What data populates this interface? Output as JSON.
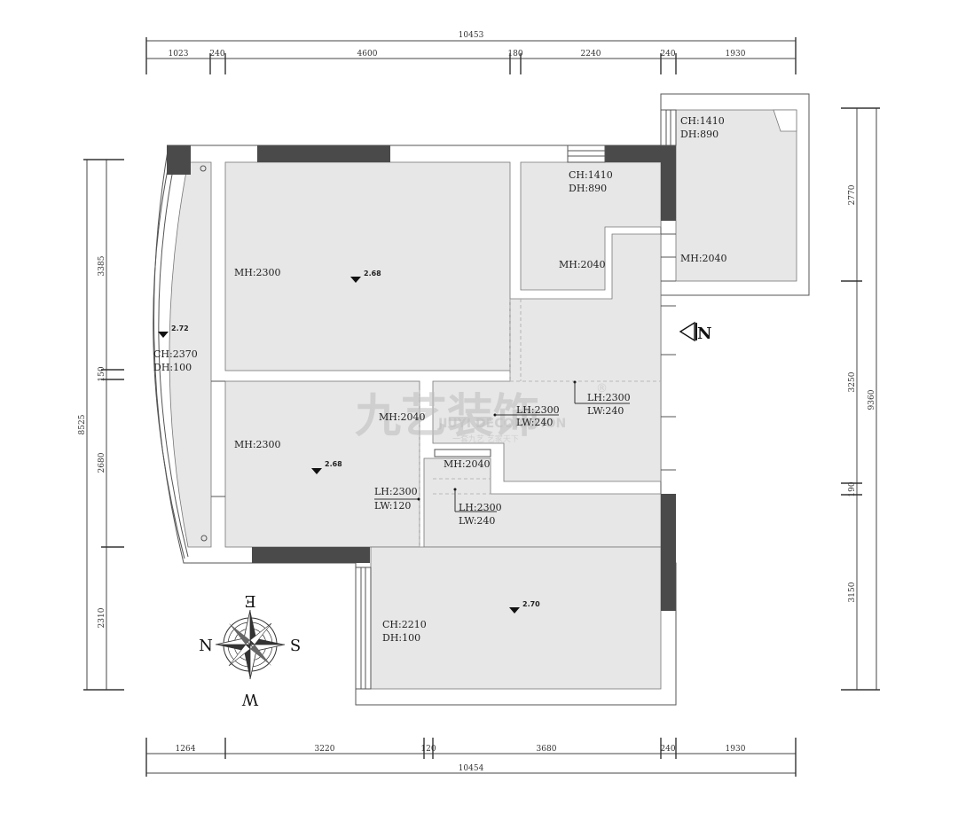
{
  "dimensions": {
    "top_total": "10453",
    "top_segments": [
      "1023",
      "240",
      "4600",
      "180",
      "2240",
      "240",
      "1930"
    ],
    "bottom_total": "10454",
    "bottom_segments": [
      "1264",
      "3220",
      "120",
      "3680",
      "240",
      "1930"
    ],
    "left_total": "8525",
    "left_segments": [
      "3385",
      "150",
      "2680",
      "2310"
    ],
    "right_total": "9360",
    "right_segments": [
      "2770",
      "3250",
      "190",
      "3150"
    ]
  },
  "labels": {
    "balcony_ch": "CH:2370",
    "balcony_dh": "DH:100",
    "balcony_level": "2.72",
    "room1_mh": "MH:2300",
    "room1_level": "2.68",
    "room2_mh": "MH:2300",
    "room2_level": "2.68",
    "room2_door_mh": "MH:2040",
    "kitchen_ch": "CH:1410",
    "kitchen_dh": "DH:890",
    "kitchen_mh": "MH:2040",
    "side_ch": "CH:1410",
    "side_dh": "DH:890",
    "side_mh": "MH:2040",
    "hall_lh": "LH:2300",
    "hall_lw": "LW:240",
    "center_lh": "LH:2300",
    "center_lw": "LW:240",
    "r2_lh": "LH:2300",
    "r2_lw": "LW:120",
    "lower_lh": "LH:2300",
    "lower_lw": "LW:240",
    "passage_mh": "MH:2040",
    "living_ch": "CH:2210",
    "living_dh": "DH:100",
    "living_level": "2.70",
    "north_marker": "N"
  },
  "compass": {
    "top": "E",
    "bottom": "W",
    "left": "N",
    "right": "S"
  },
  "watermark": {
    "main": "九艺装饰",
    "sub": "JIUYI DECORATION",
    "slogan": "一套九艺 艺家天下",
    "reg": "®"
  }
}
